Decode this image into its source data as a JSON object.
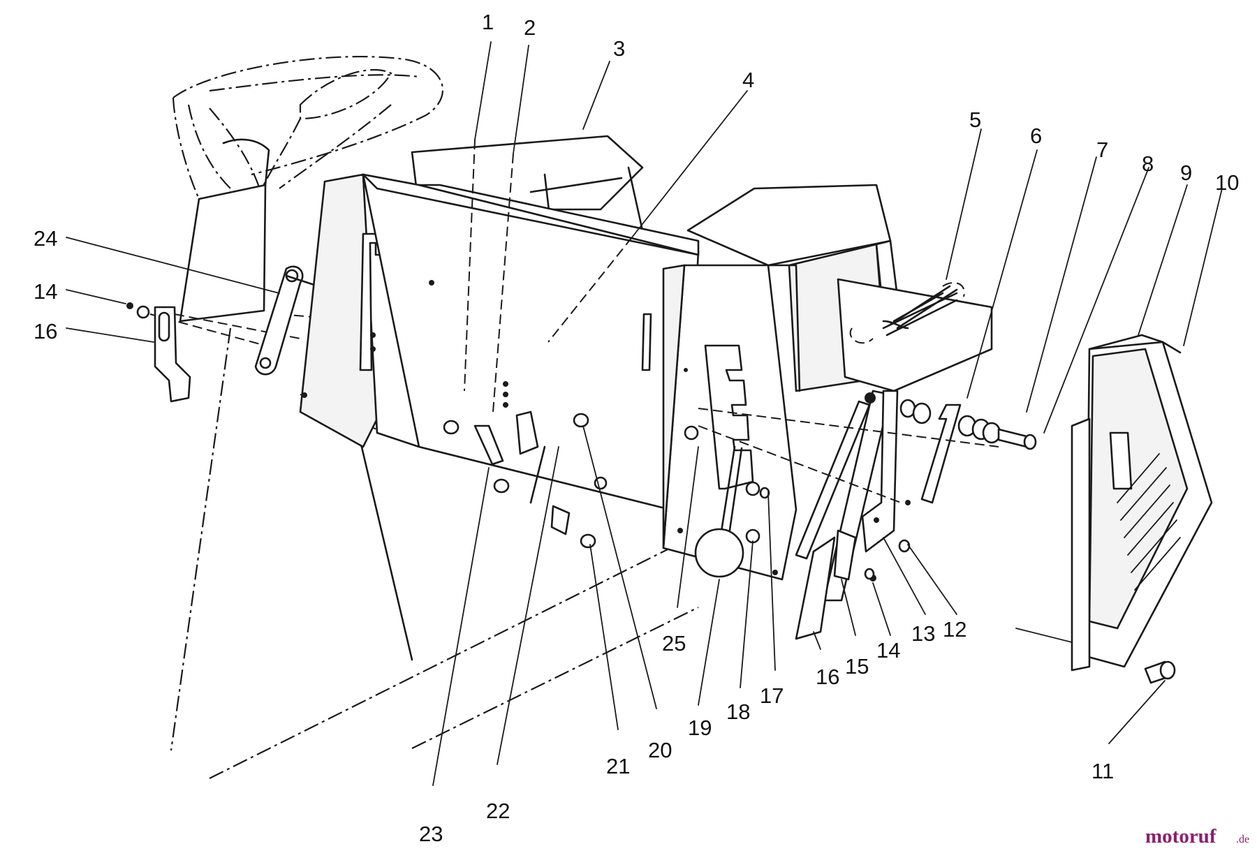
{
  "diagram": {
    "callouts": [
      {
        "id": "1",
        "label": "1"
      },
      {
        "id": "2",
        "label": "2"
      },
      {
        "id": "3",
        "label": "3"
      },
      {
        "id": "4",
        "label": "4"
      },
      {
        "id": "5",
        "label": "5"
      },
      {
        "id": "6",
        "label": "6"
      },
      {
        "id": "7",
        "label": "7"
      },
      {
        "id": "8",
        "label": "8"
      },
      {
        "id": "9",
        "label": "9"
      },
      {
        "id": "10",
        "label": "10"
      },
      {
        "id": "11",
        "label": "11"
      },
      {
        "id": "12",
        "label": "12"
      },
      {
        "id": "13",
        "label": "13"
      },
      {
        "id": "14r",
        "label": "14"
      },
      {
        "id": "15",
        "label": "15"
      },
      {
        "id": "16r",
        "label": "16"
      },
      {
        "id": "17",
        "label": "17"
      },
      {
        "id": "18",
        "label": "18"
      },
      {
        "id": "19",
        "label": "19"
      },
      {
        "id": "20",
        "label": "20"
      },
      {
        "id": "21",
        "label": "21"
      },
      {
        "id": "22",
        "label": "22"
      },
      {
        "id": "23",
        "label": "23"
      },
      {
        "id": "24",
        "label": "24"
      },
      {
        "id": "25",
        "label": "25"
      },
      {
        "id": "14l",
        "label": "14"
      },
      {
        "id": "16l",
        "label": "16"
      }
    ]
  },
  "watermark": {
    "brand": "motoruf",
    "suffix": ".de"
  }
}
